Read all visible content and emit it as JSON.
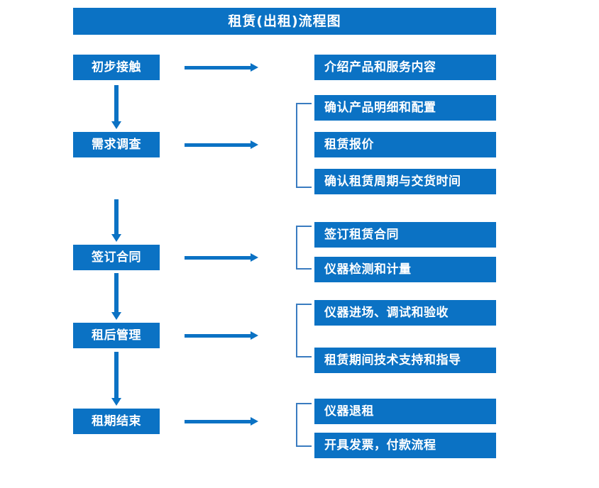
{
  "diagram": {
    "title": "租赁(出租)流程图",
    "colors": {
      "box_blue": "#0b72c4",
      "bracket_blue": "#3a7cc0",
      "text_white": "#ffffff",
      "background": "#ffffff"
    },
    "stages": [
      {
        "label": "初步接触"
      },
      {
        "label": "需求调查"
      },
      {
        "label": "签订合同"
      },
      {
        "label": "租后管理"
      },
      {
        "label": "租期结束"
      }
    ],
    "details": [
      {
        "label": "介绍产品和服务内容"
      },
      {
        "label": "确认产品明细和配置"
      },
      {
        "label": "租赁报价"
      },
      {
        "label": "确认租赁周期与交货时间"
      },
      {
        "label": "签订租赁合同"
      },
      {
        "label": "仪器检测和计量"
      },
      {
        "label": "仪器进场、调试和验收"
      },
      {
        "label": "租赁期间技术支持和指导"
      },
      {
        "label": "仪器退租"
      },
      {
        "label": "开具发票，付款流程"
      }
    ],
    "connectors": {
      "horizontal_arrow_count": 5,
      "vertical_arrow_count": 4,
      "bracket_count": 4
    }
  }
}
